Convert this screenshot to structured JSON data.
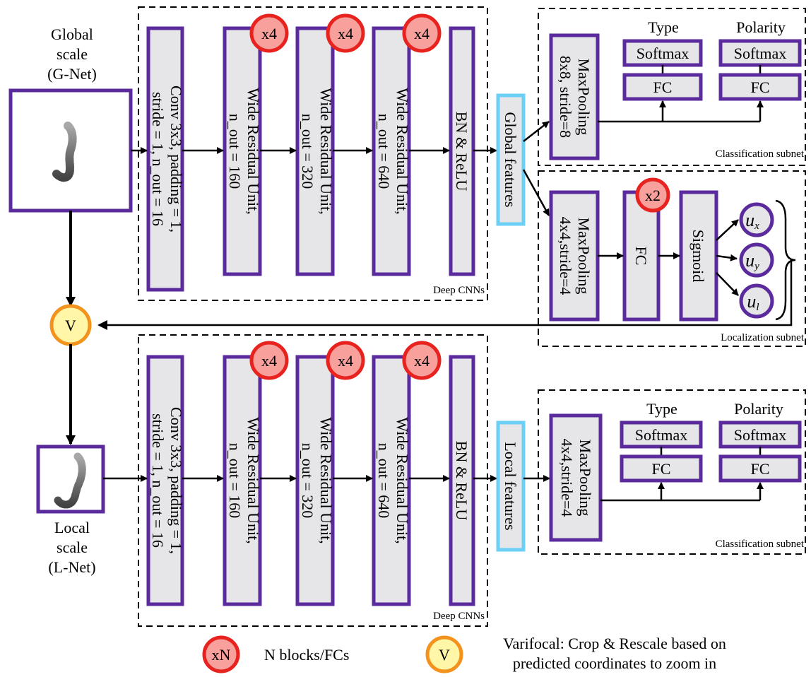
{
  "global_input": {
    "line1": "Global",
    "line2": "scale",
    "line3": "(G-Net)"
  },
  "local_input": {
    "line1": "Local",
    "line2": "scale",
    "line3": "(L-Net)"
  },
  "cnn": {
    "conv_line1": "Conv 3x3, padding = 1,",
    "conv_line2": "stride = 1, n_out = 16",
    "wru_label": "Wide Residual Unit,",
    "wru160": "n_out = 160",
    "wru320": "n_out = 320",
    "wru640": "n_out = 640",
    "bn": "BN & ReLU",
    "repeat": "x4",
    "caption": "Deep CNNs"
  },
  "global_features": "Global features",
  "local_features": "Local features",
  "cls": {
    "maxpool_global_1": "MaxPooling",
    "maxpool_global_2": "8x8, stride=8",
    "maxpool_local_1": "MaxPooling",
    "maxpool_local_2": "4x4,stride=4",
    "type": "Type",
    "polarity": "Polarity",
    "softmax": "Softmax",
    "fc": "FC",
    "caption": "Classification subnet"
  },
  "loc": {
    "maxpool_1": "MaxPooling",
    "maxpool_2": "4x4,stride=4",
    "fc": "FC",
    "repeat": "x2",
    "sigmoid": "Sigmoid",
    "u": "u",
    "ux_sub": "x",
    "uy_sub": "y",
    "ul_sub": "l",
    "caption": "Localization subnet"
  },
  "varifocal_badge": "V",
  "legend": {
    "xn_badge": "xN",
    "xn_text": "N blocks/FCs",
    "v_badge": "V",
    "v_line1": "Varifocal: Crop & Rescale based on",
    "v_line2": "predicted coordinates to zoom in"
  },
  "colors": {
    "block_border": "#5b2b9e",
    "feature_border": "#6ccff6",
    "badge_red": "#e8231f",
    "badge_orange": "#f4921e"
  }
}
